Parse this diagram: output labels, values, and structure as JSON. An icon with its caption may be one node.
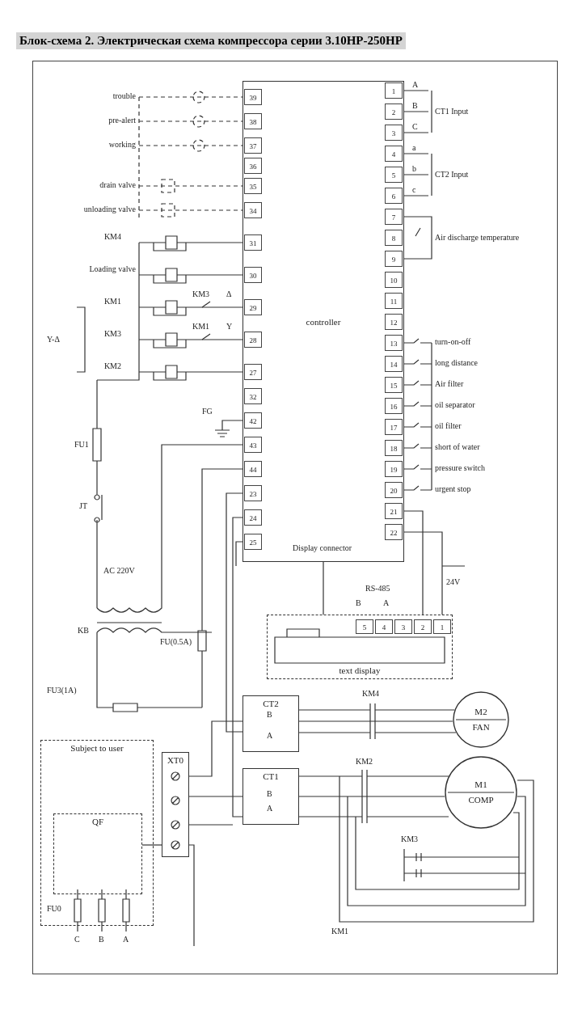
{
  "diagram": {
    "title": "Блок-схема 2. Электрическая схема компрессора серии 3.10HP-250HP",
    "nodes": [
      {
        "text": [
          "controller"
        ]
      },
      {
        "text": [
          "text display"
        ]
      },
      {
        "text": [
          "CT2"
        ]
      },
      {
        "text": [
          "M2",
          "FAN"
        ]
      },
      {
        "text": [
          "CT1"
        ]
      },
      {
        "text": [
          "M1",
          "COMP"
        ]
      },
      {
        "text": [
          "XT0"
        ]
      },
      {
        "text": [
          "Subject to user"
        ]
      },
      {
        "text": [
          "QF"
        ],
        "in": 7
      }
    ],
    "edges": [
      {
        "from": 0,
        "to": 1,
        "arrow": "none"
      },
      {
        "from": 6,
        "to": 2,
        "arrow": "none"
      },
      {
        "from": 6,
        "to": 4,
        "arrow": "none"
      },
      {
        "from": 2,
        "to": 3,
        "arrow": "none"
      },
      {
        "from": 4,
        "to": 5,
        "arrow": "none"
      },
      {
        "from": 8,
        "to": 6,
        "arrow": "none"
      },
      {
        "from": 0,
        "to": 1,
        "arrow": "none"
      },
      {
        "from": 0,
        "to": 1,
        "arrow": "none"
      },
      {
        "from": 0,
        "to": 2,
        "arrow": "none"
      },
      {
        "from": 0,
        "to": 4,
        "arrow": "none"
      }
    ],
    "labels": [
      "trouble",
      "pre-alert",
      "working",
      "drain valve",
      "unloading valve",
      "KM4",
      "Loading valve",
      "Y-Δ",
      "KM1",
      "KM3",
      "KM2",
      "KM3",
      "Δ",
      "KM1",
      "Y",
      "FG",
      "39",
      "38",
      "37",
      "36",
      "35",
      "34",
      "31",
      "30",
      "29",
      "28",
      "27",
      "32",
      "42",
      "43",
      "44",
      "23",
      "24",
      "25",
      "1",
      "2",
      "3",
      "4",
      "5",
      "6",
      "7",
      "8",
      "9",
      "10",
      "11",
      "12",
      "13",
      "14",
      "15",
      "16",
      "17",
      "18",
      "19",
      "20",
      "21",
      "22",
      "A",
      "B",
      "C",
      "a",
      "b",
      "c",
      "CT1 Input",
      "CT2 Input",
      "Air discharge temperature",
      "turn-on-off",
      "long distance",
      "Air filter",
      "oil separator",
      "oil filter",
      "short of water",
      "pressure switch",
      "urgent stop",
      "Display connector",
      "RS-485",
      "B",
      "A",
      "24V",
      "5",
      "4",
      "3",
      "2",
      "1",
      "FU1",
      "JT",
      "AC 220V",
      "KB",
      "FU3(1A)",
      "FU(0.5A)",
      "KM4",
      "KM2",
      "KM3",
      "KM1",
      "FU0",
      "C",
      "B",
      "A",
      "B",
      "A",
      "B",
      "A"
    ]
  }
}
